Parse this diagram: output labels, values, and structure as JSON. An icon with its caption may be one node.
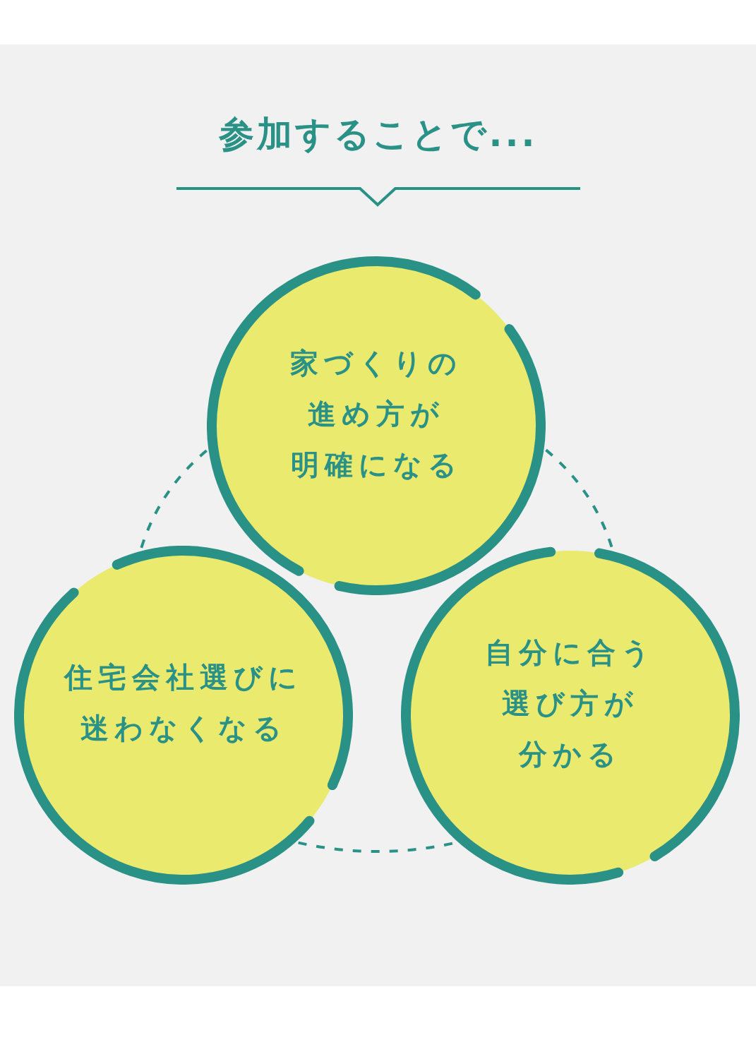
{
  "diagram": {
    "title": "参加することで...",
    "nodes": [
      {
        "text": [
          "家づくりの進め方が明確になる"
        ]
      },
      {
        "text": [
          "住宅会社選びに迷わなくなる"
        ]
      },
      {
        "text": [
          "自分に合う選び方が分かる"
        ]
      }
    ],
    "edges": [
      {
        "from": 0,
        "to": 1,
        "arrow": "none",
        "style": "dashed"
      },
      {
        "from": 0,
        "to": 2,
        "arrow": "none",
        "style": "dashed"
      },
      {
        "from": 1,
        "to": 2,
        "arrow": "none",
        "style": "dashed"
      }
    ]
  }
}
